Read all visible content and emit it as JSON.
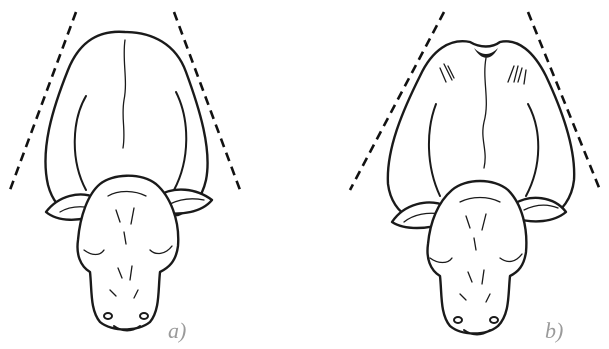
{
  "figure": {
    "panels": [
      {
        "id": "a",
        "label": "a)"
      },
      {
        "id": "b",
        "label": "b)"
      }
    ],
    "colors": {
      "ink": "#1a1a1a",
      "label": "#9a9a9a",
      "background": "#ffffff"
    }
  }
}
